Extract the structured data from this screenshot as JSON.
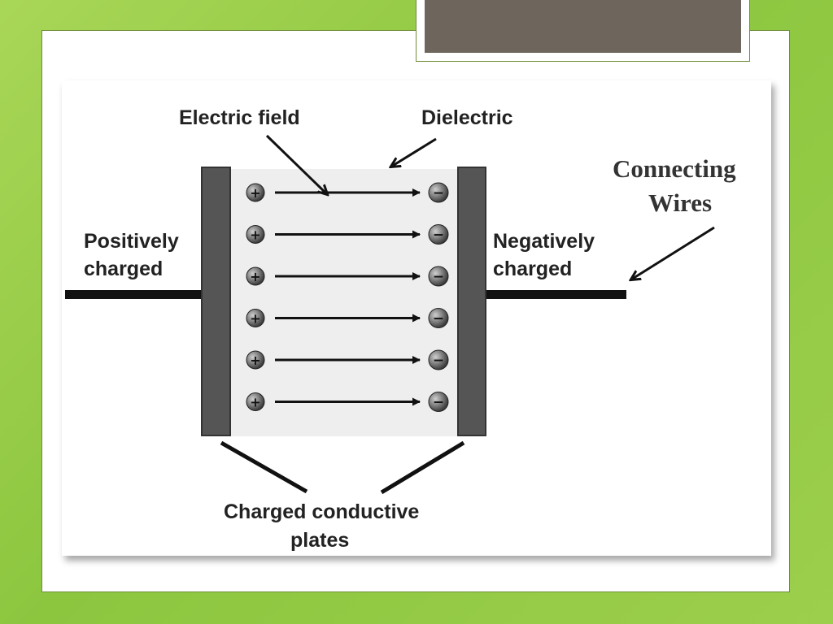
{
  "slide": {
    "title_box_color": "#6e665c",
    "background_color": "#9ccf4c"
  },
  "diagram": {
    "labels": {
      "electric_field": "Electric field",
      "dielectric": "Dielectric",
      "connecting_wires_line1": "Connecting",
      "connecting_wires_line2": "Wires",
      "positive_line1": "Positively",
      "positive_line2": "charged",
      "negative_line1": "Negatively",
      "negative_line2": "charged",
      "plates_line1": "Charged conductive",
      "plates_line2": "plates"
    },
    "plus_symbol": "+",
    "minus_symbol": "−",
    "charge_rows": 6,
    "colors": {
      "plate": "#555555",
      "dielectric": "#eeeeee",
      "wire": "#111111"
    }
  }
}
